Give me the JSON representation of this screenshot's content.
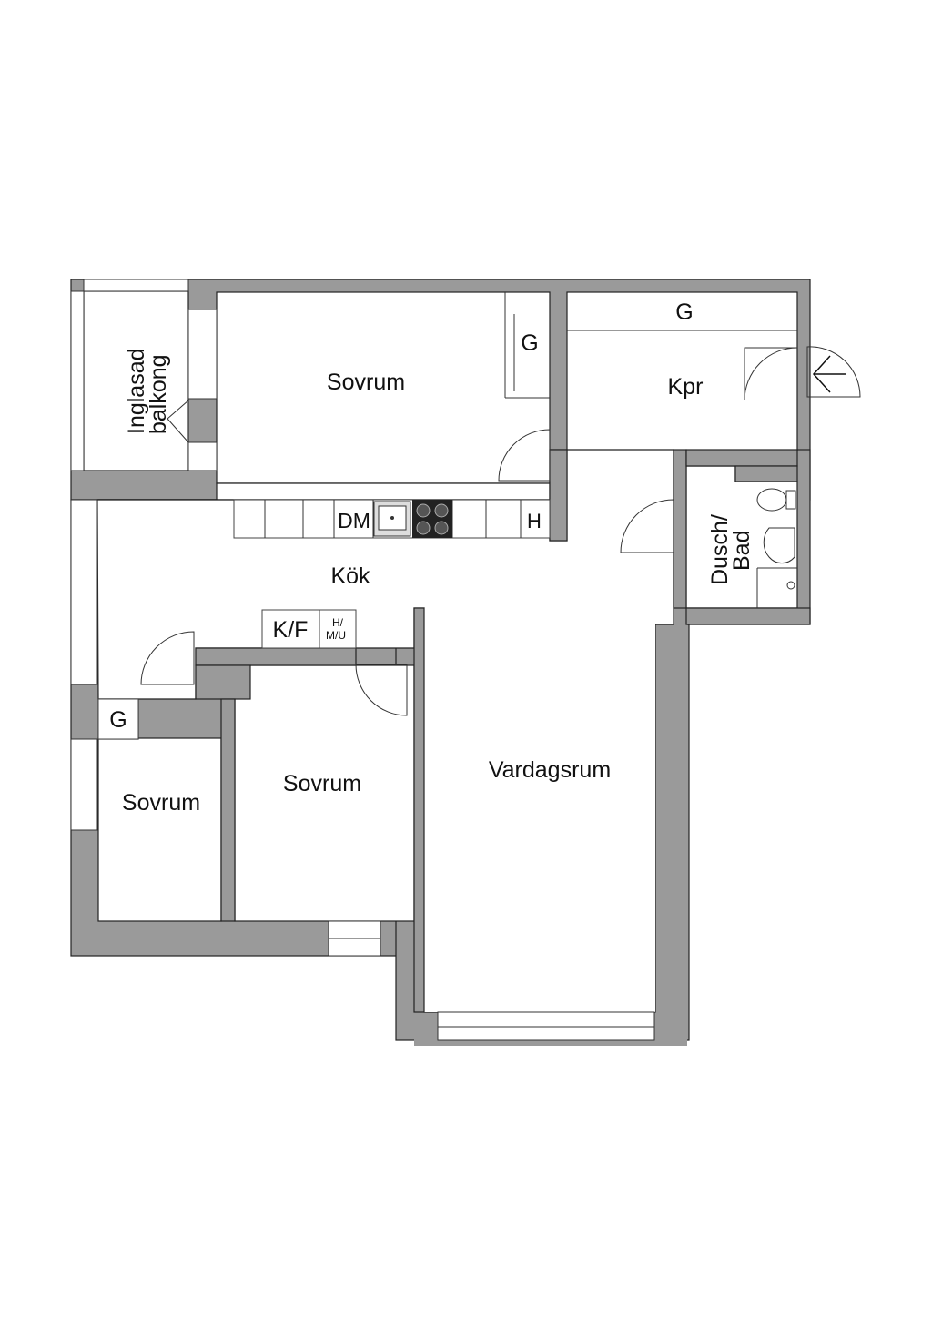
{
  "rooms": {
    "balcony": "Inglasad balkong",
    "bedroom_top": "Sovrum",
    "closet_top": "G",
    "hall_closet": "G",
    "hall": "Kpr",
    "kitchen": "Kök",
    "dishwasher": "DM",
    "h_cabinet": "H",
    "fridge_freezer": "K/F",
    "hmu_top": "H/",
    "hmu_bottom": "M/U",
    "bath_line1": "Dusch/",
    "bath_line2": "Bad",
    "closet_left": "G",
    "bedroom_left": "Sovrum",
    "bedroom_mid": "Sovrum",
    "living": "Vardagsrum"
  },
  "icons": [
    "sink-icon",
    "stove-icon",
    "toilet-icon",
    "washbasin-icon",
    "entrance-arrow-icon"
  ]
}
